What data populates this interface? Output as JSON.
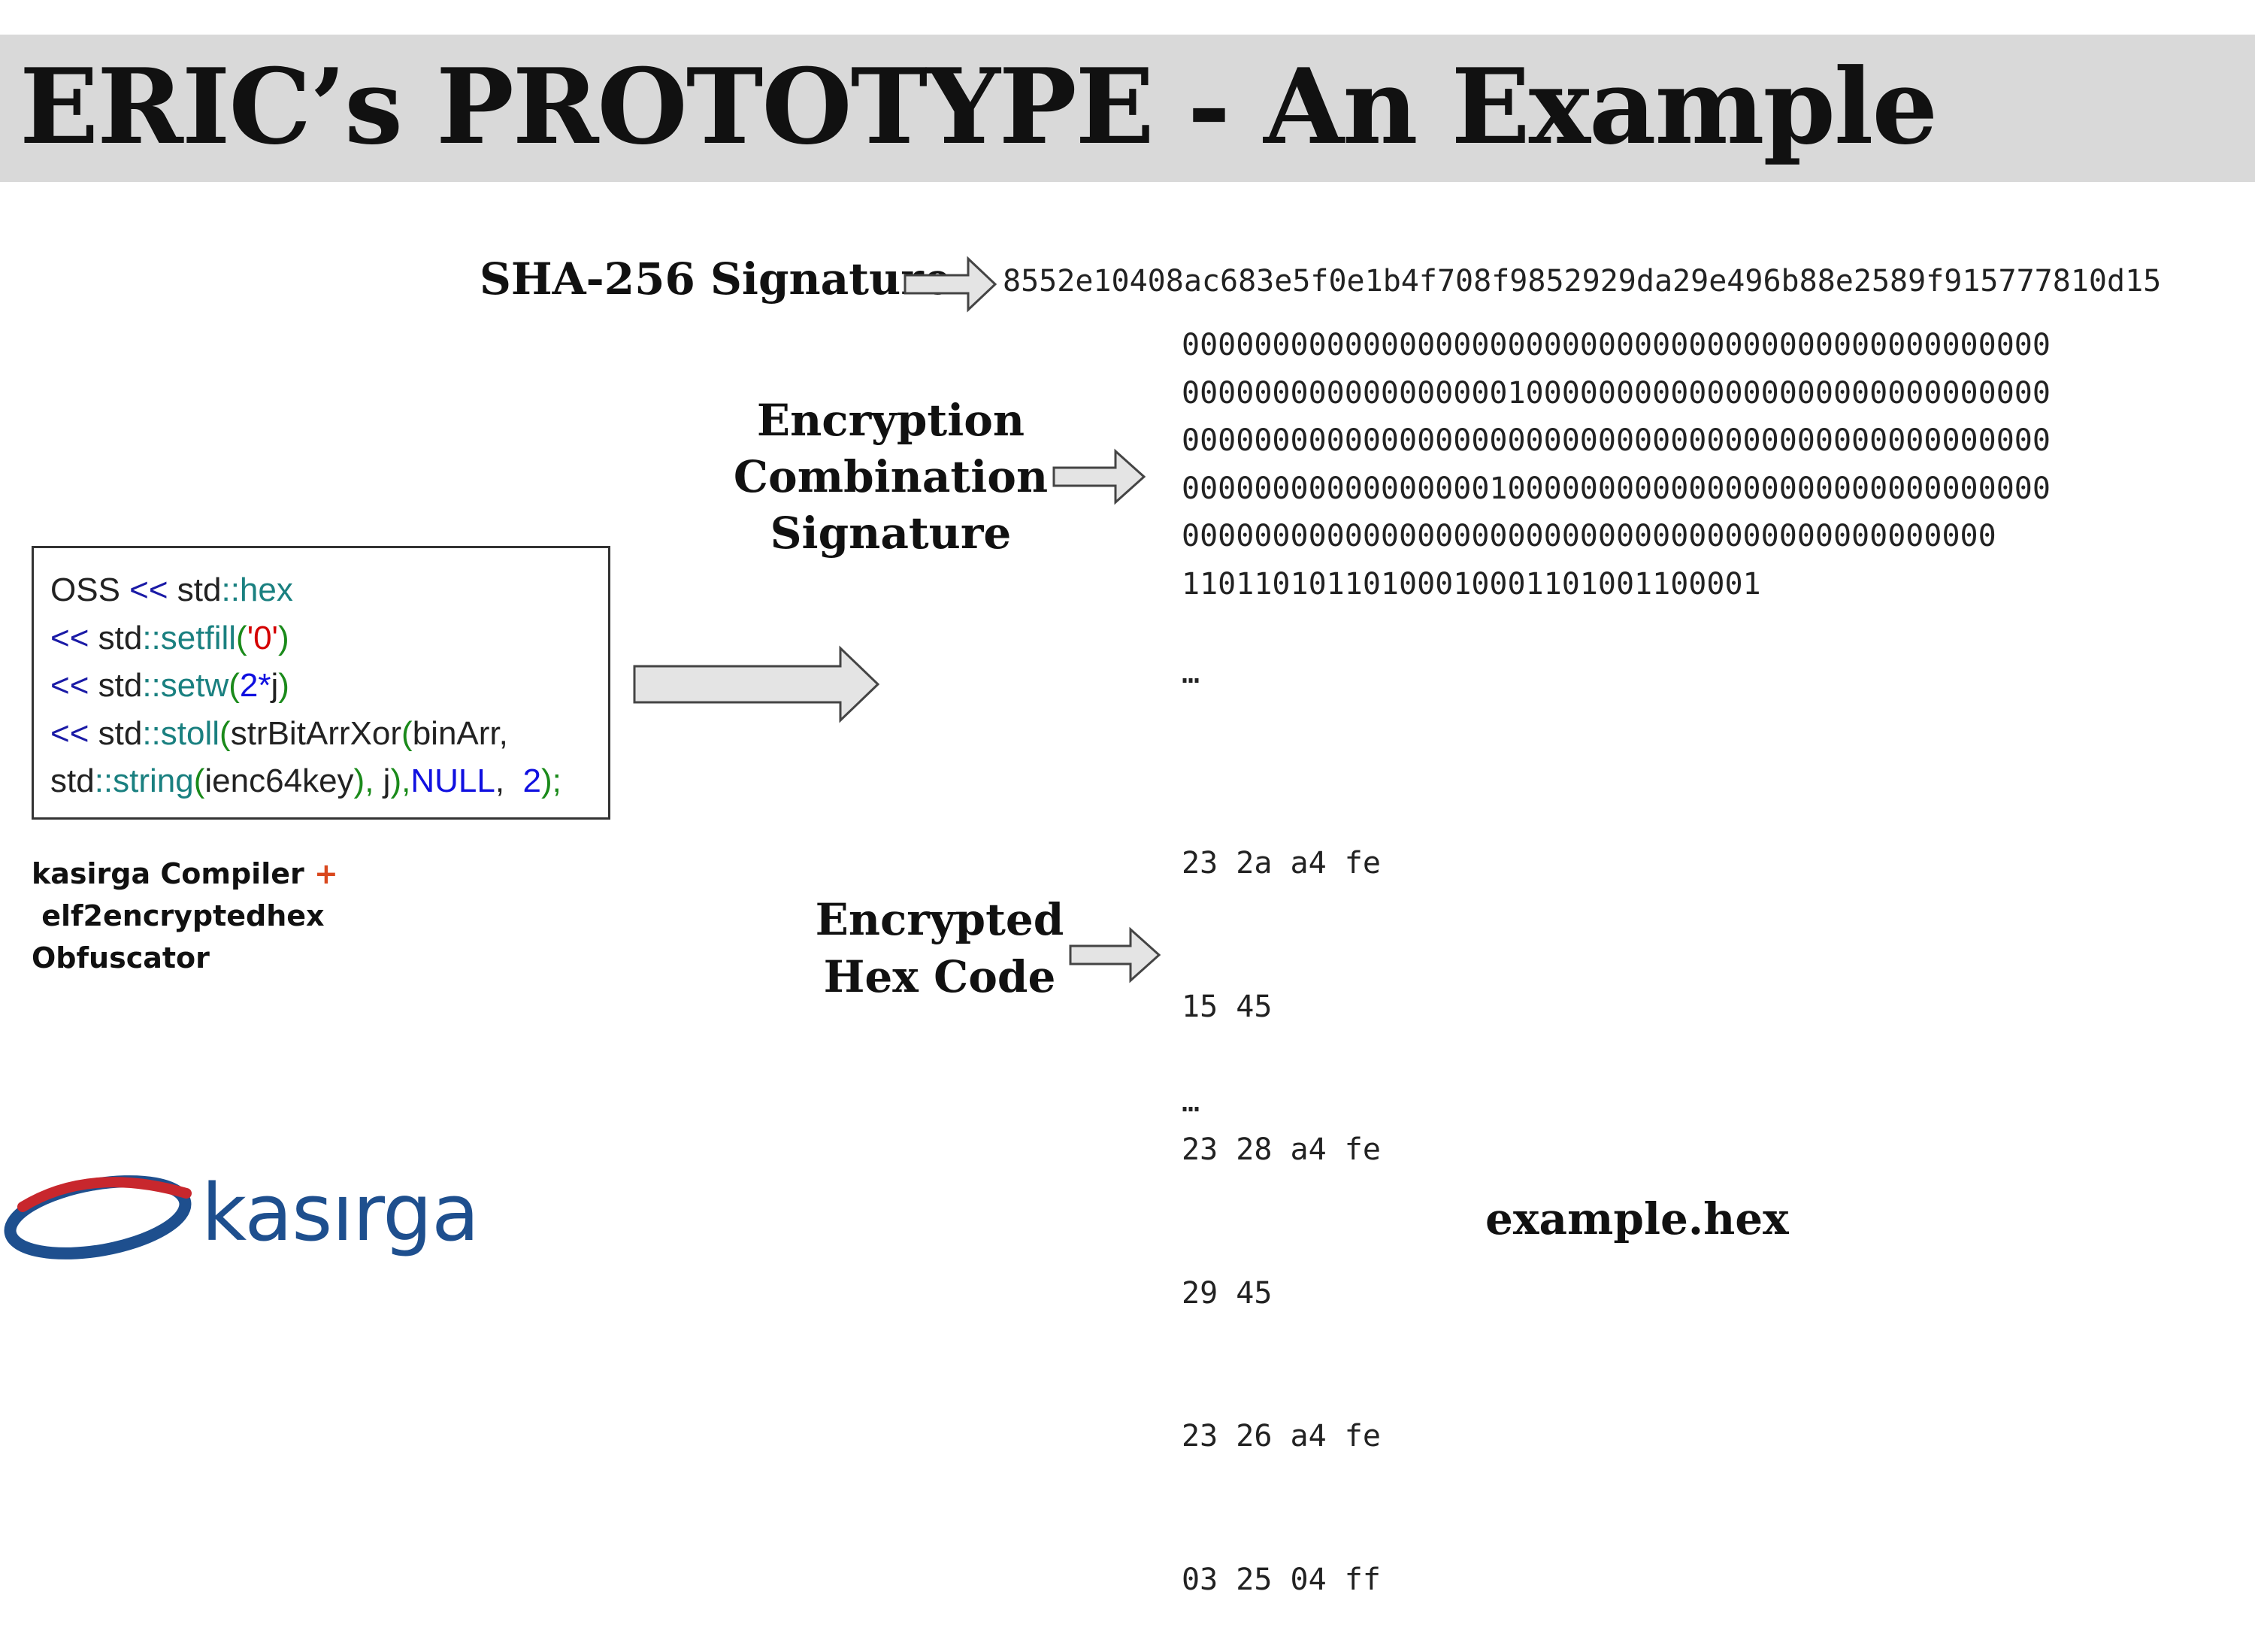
{
  "title": "ERIC’s PROTOTYPE - An Example",
  "sha": {
    "label": "SHA-256 Signature",
    "value": "8552e10408ac683e5f0e1b4f708f9852929da29e496b88e2589f915777810d15"
  },
  "encryption": {
    "label_lines": [
      "Encryption",
      "Combination",
      "Signature"
    ],
    "lines": [
      "000000000000000000000000000000000000000000000000",
      "000000000000000000100000000000000000000000000000",
      "000000000000000000000000000000000000000000000000",
      "000000000000000001000000000000000000000000000000",
      "000000000000000000000000000000000000000000000",
      "11011010110100010001101001100001"
    ],
    "ellipsis": "…"
  },
  "hex": {
    "label_lines": [
      "Encrypted",
      "Hex Code"
    ],
    "lines": [
      "23 2a a4 fe",
      "15 45",
      "23 28 a4 fe",
      "29 45",
      "23 26 a4 fe",
      "03 25 04 ff"
    ],
    "ellipsis": "…"
  },
  "code": {
    "line1": {
      "a": "OSS",
      "b": "<<",
      "c": "std",
      "d": "::hex"
    },
    "line2": {
      "a": "<<",
      "b": "std",
      "c": "::setfill",
      "d": "(",
      "e": "'0'",
      "f": ")"
    },
    "line3": {
      "a": "<<",
      "b": "std",
      "c": "::setw",
      "d": "(",
      "e": "2*",
      "f": "j",
      "g": ")"
    },
    "line4": {
      "a": "<<",
      "b": "std",
      "c": "::stoll",
      "d": "(",
      "e": "strBitArrXor",
      "f": "(",
      "g": "binArr,"
    },
    "line5": {
      "a": "std",
      "b": "::string",
      "c": "(",
      "d": "ienc64key",
      "e": "), ",
      "f": "j",
      "g": "),",
      "h": "NULL",
      "i": ",  ",
      "j": "2",
      "k": ");"
    }
  },
  "caption": {
    "part1": "kasirga Compiler ",
    "plus": "+",
    "part2": " elf2encryptedhex",
    "line2": "Obfuscator"
  },
  "filename": "example.hex",
  "logo_text": "kasırga",
  "colors": {
    "title_bar": "#d9d9d9",
    "logo_blue": "#1e4f8e",
    "logo_red": "#c8272d",
    "plus_orange": "#d9481e"
  }
}
